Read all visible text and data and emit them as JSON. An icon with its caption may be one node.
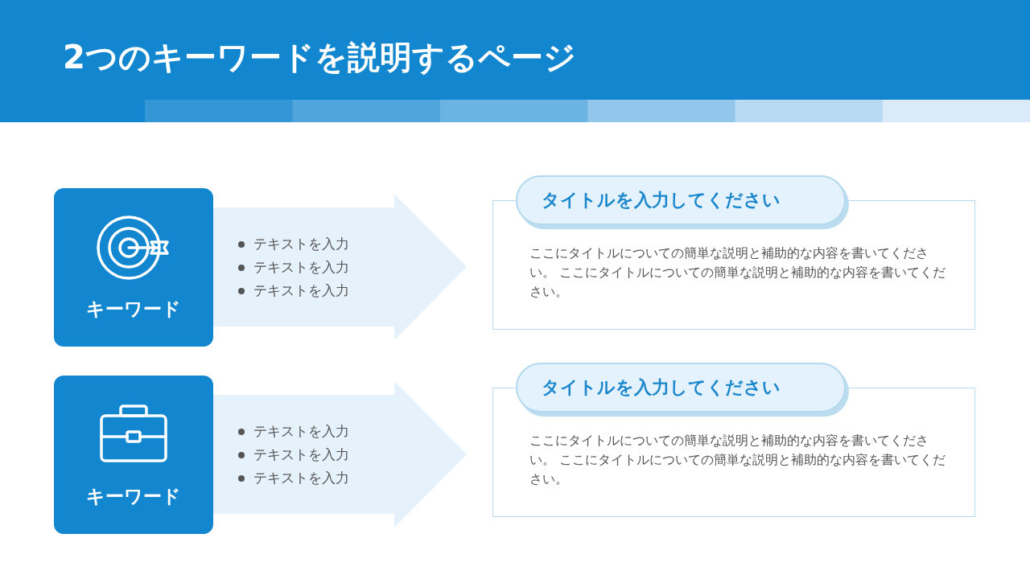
{
  "diagram": {
    "title": "2つのキーワードを説明するページ",
    "nodes": [
      {
        "text": [
          "キーワード"
        ]
      },
      {
        "text": [
          "テキストを入力",
          "テキストを入力",
          "テキストを入力"
        ]
      },
      {
        "text": [
          "タイトルを入力してください"
        ]
      },
      {
        "text": [
          "ここにタイトルについての簡単な説明と補助的な内容を書いてください。 ここにタイトルについての簡単な説明と補助的な内容を書いてください。"
        ]
      },
      {
        "text": [
          "キーワード"
        ]
      },
      {
        "text": [
          "テキストを入力",
          "テキストを入力",
          "テキストを入力"
        ]
      },
      {
        "text": [
          "タイトルを入力してください"
        ]
      },
      {
        "text": [
          "ここにタイトルについての簡単な説明と補助的な内容を書いてください。 ここにタイトルについての簡単な説明と補助的な内容を書いてください。"
        ]
      }
    ]
  }
}
